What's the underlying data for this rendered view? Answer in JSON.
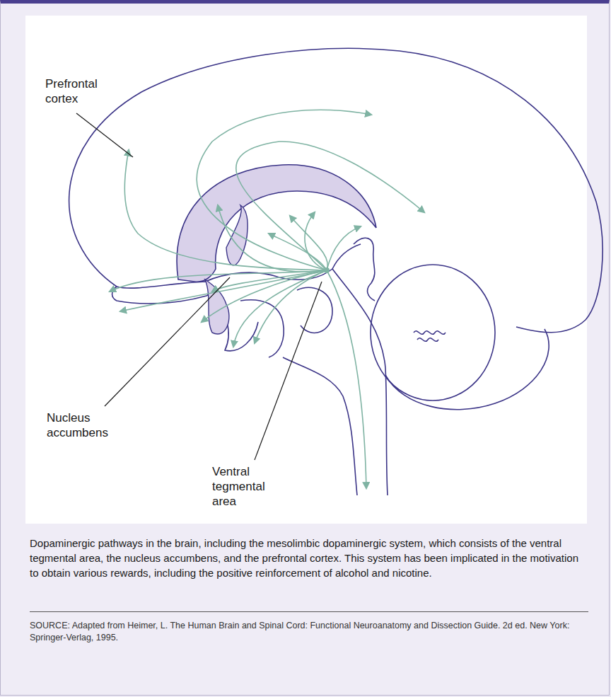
{
  "diagram": {
    "caption": "Dopaminergic pathways in the brain, including the mesolimbic dopaminergic system, which consists of the ventral tegmental area, the nucleus accumbens, and the prefrontal cortex. This system has been implicated in the motivation to obtain various rewards, including the positive reinforcement of alcohol and nicotine.",
    "labels": [
      "Prefrontal cortex",
      "Nucleus accumbens",
      "Ventral tegmental area",
      "SOURCE: Adapted from Heimer, L. The Human Brain and Spinal Cord: Functional Neuroanatomy and Dissection Guide. 2d ed. New York: Springer-Verlag, 1995."
    ]
  }
}
